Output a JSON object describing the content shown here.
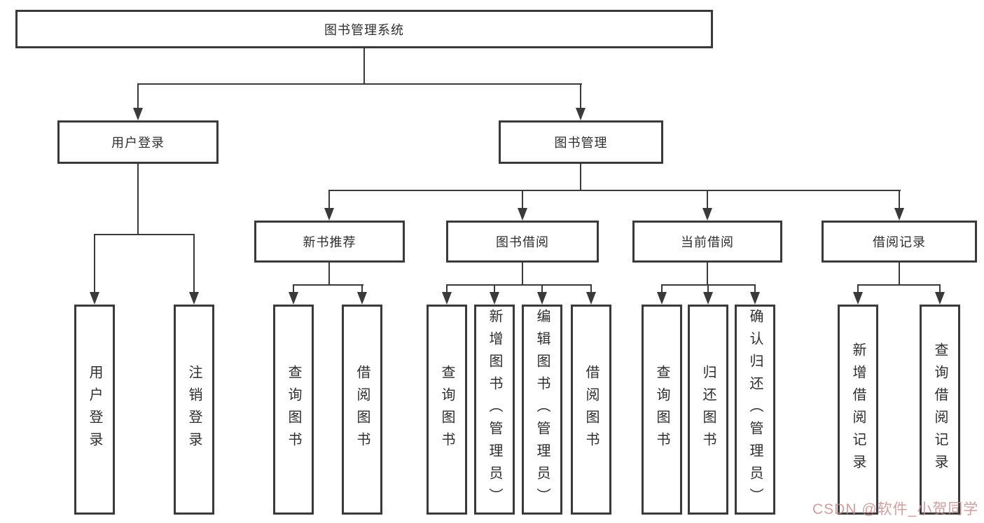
{
  "diagram": {
    "title": "图书管理系统",
    "root": {
      "label": "图书管理系统"
    },
    "level2": [
      {
        "id": "user_login",
        "label": "用户登录"
      },
      {
        "id": "book_mgmt",
        "label": "图书管理"
      }
    ],
    "level3": [
      {
        "id": "new_book",
        "label": "新书推荐"
      },
      {
        "id": "borrow",
        "label": "图书借阅"
      },
      {
        "id": "current",
        "label": "当前借阅"
      },
      {
        "id": "records",
        "label": "借阅记录"
      }
    ],
    "leaves": {
      "user_login": [
        "用户登录",
        "注销登录"
      ],
      "new_book": [
        "查询图书",
        "借阅图书"
      ],
      "borrow": [
        "查询图书",
        "新增图书（管理员）",
        "编辑图书（管理员）",
        "借阅图书"
      ],
      "current": [
        "查询图书",
        "归还图书",
        "确认归还（管理员）"
      ],
      "records": [
        "新增借阅记录",
        "查询借阅记录"
      ]
    }
  },
  "watermark": {
    "text": "CSDN @软件_小贺同学",
    "color": "rgba(205,140,140,0.85)"
  },
  "colors": {
    "line": "#3a3a3a",
    "box_border": "#3a3a3a",
    "text": "#2e2e2e",
    "background": "#ffffff"
  }
}
